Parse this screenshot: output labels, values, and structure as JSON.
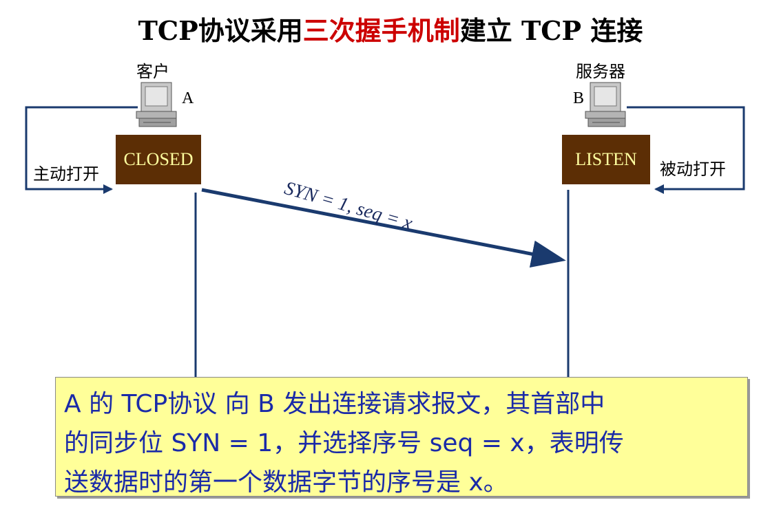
{
  "title": {
    "part1": "TCP协议采用",
    "part2": "三次握手机制",
    "part3": "建立 TCP 连接"
  },
  "client": {
    "label": "客户",
    "letter": "A",
    "state": "CLOSED",
    "open_label": "主动打开"
  },
  "server": {
    "label": "服务器",
    "letter": "B",
    "state": "LISTEN",
    "open_label": "被动打开"
  },
  "message": {
    "text": "SYN = 1, seq = x"
  },
  "note": {
    "line1": "A 的 TCP协议 向 B 发出连接请求报文，其首部中",
    "line2": "的同步位 SYN = 1，并选择序号 seq = x，表明传",
    "line3": "送数据时的第一个数据字节的序号是 x。"
  },
  "colors": {
    "highlight": "#cc0000",
    "line": "#1a3a6e",
    "state_bg": "#5c2e05",
    "state_text": "#ffffa0",
    "note_bg": "#ffff99",
    "note_text": "#1a2aa8"
  }
}
